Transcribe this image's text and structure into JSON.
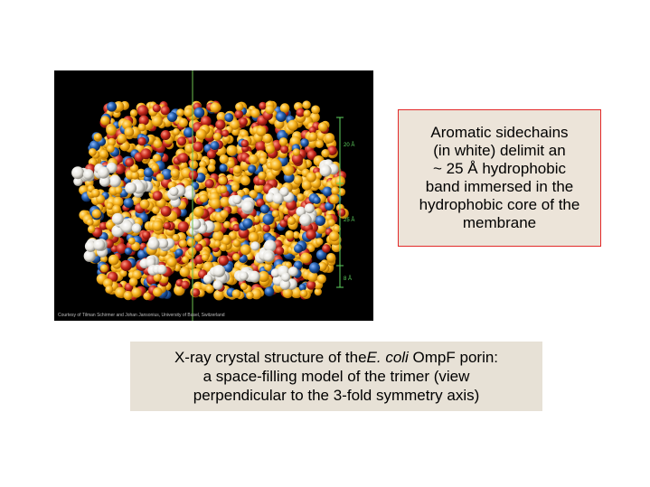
{
  "figure": {
    "credit": "Courtesy of Tilman Schirmer and Johan Jansonius, University of Basel, Switzerland",
    "scale_labels": [
      "20 Å",
      "25 Å",
      "8 Å"
    ]
  },
  "note": {
    "lines": [
      "Aromatic sidechains",
      "(in white) delimit an",
      "~ 25 Å hydrophobic",
      "band immersed in the",
      "hydrophobic core of the",
      "membrane"
    ]
  },
  "caption": {
    "line1_prefix": "X-ray crystal structure of the",
    "line1_italic": "E. coli",
    "line1_suffix": " OmpF porin:",
    "line2": "a space-filling model of the trimer (view",
    "line3": "perpendicular to the 3-fold symmetry axis)"
  },
  "colors": {
    "atom_yellow": "#f7b21a",
    "atom_red": "#c8281c",
    "atom_blue": "#1f5aa8",
    "atom_white": "#e8e6e0",
    "scale_green": "#5fd35f",
    "note_border": "#e32a2a"
  }
}
